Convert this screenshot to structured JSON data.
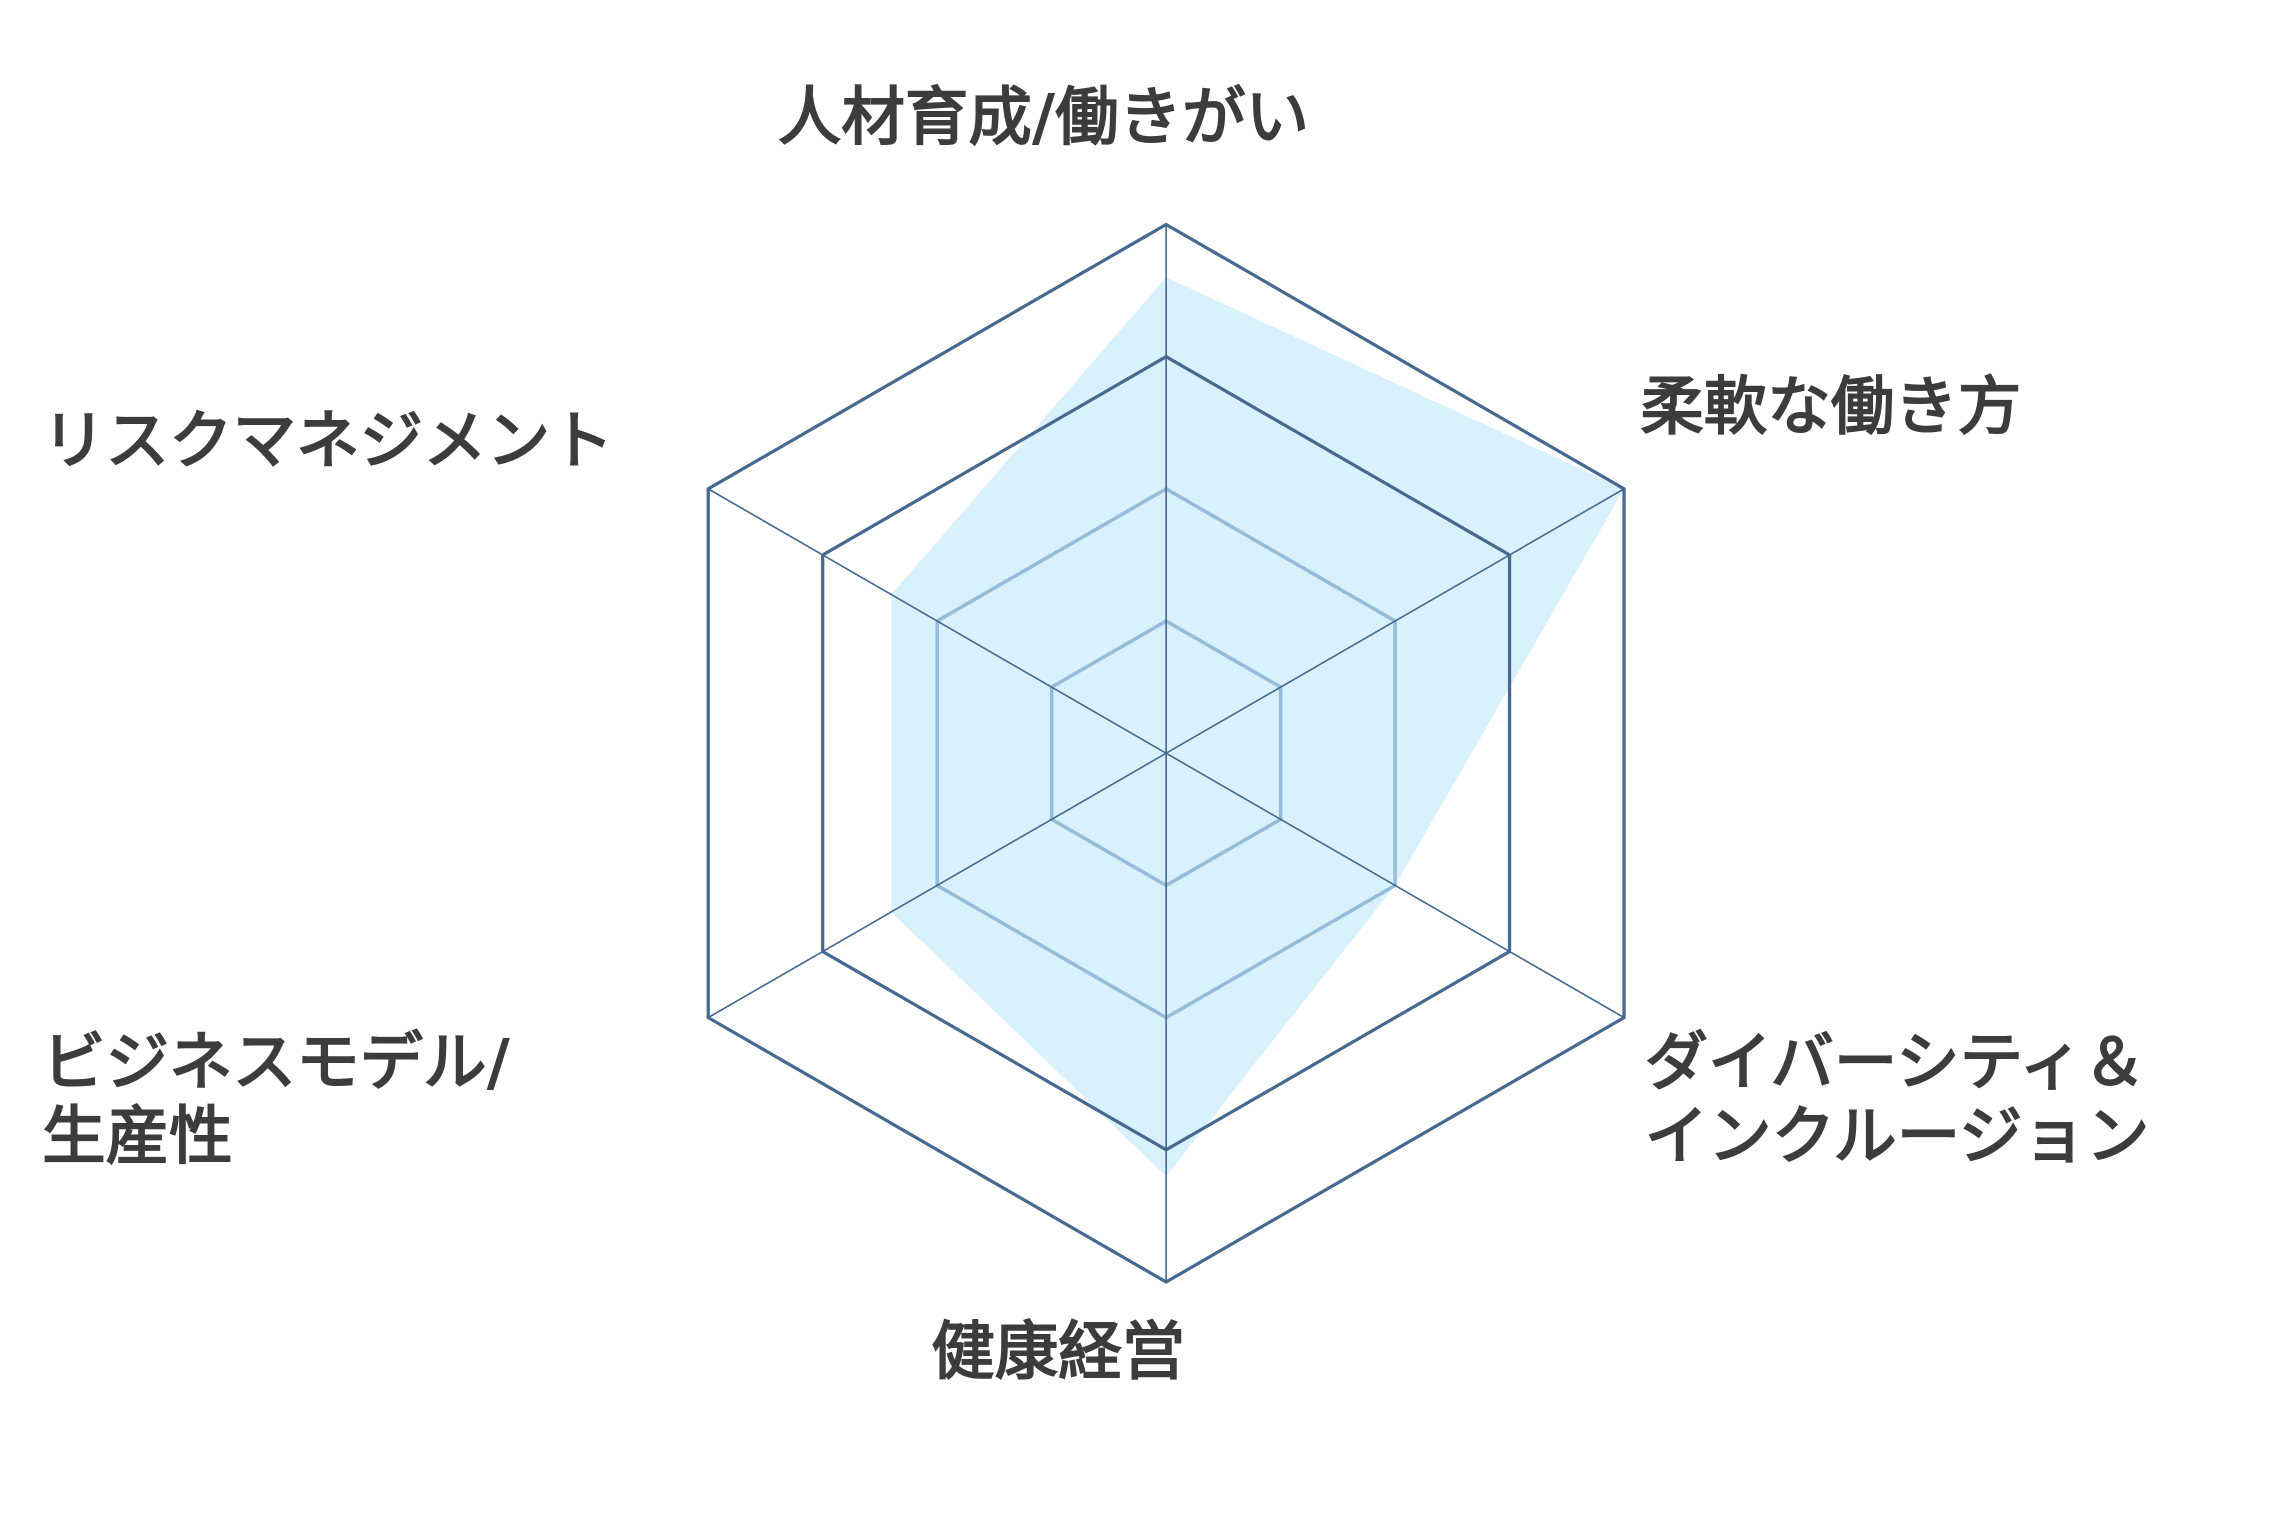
{
  "chart_data": {
    "type": "radar",
    "title": "",
    "axes": [
      {
        "label": [
          "人材育成/働きがい"
        ],
        "value": 90
      },
      {
        "label": [
          "柔軟な働き方"
        ],
        "value": 100
      },
      {
        "label": [
          "ダイバーシティ＆",
          "インクルージョン"
        ],
        "value": 50
      },
      {
        "label": [
          "健康経営"
        ],
        "value": 80
      },
      {
        "label": [
          "ビジネスモデル/",
          "生産性"
        ],
        "value": 60
      },
      {
        "label": [
          "リスクマネジメント"
        ],
        "value": 60
      }
    ],
    "range": [
      0,
      100
    ],
    "gridLevels": 4,
    "colors": {
      "fill": "#d9f1fd",
      "outer_grid": "#46698f",
      "inner_grid": "#95bcd8",
      "spoke": "#46698f",
      "label": "#3c3c3c"
    }
  }
}
